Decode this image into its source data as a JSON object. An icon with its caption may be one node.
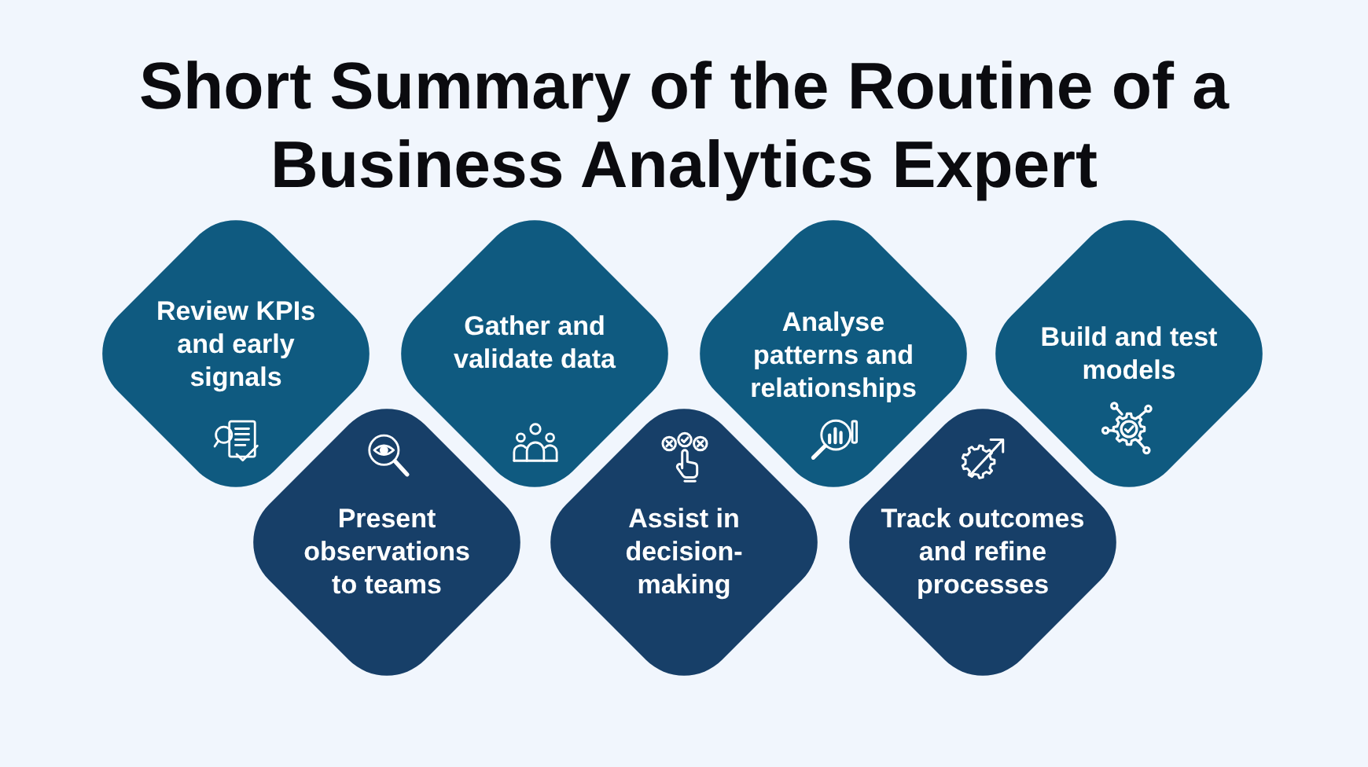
{
  "diagram": {
    "title": "Short Summary of the Routine of a Business Analytics Expert",
    "nodes": [
      {
        "text": [
          "Review KPIs and early signals"
        ]
      },
      {
        "text": [
          "Gather and validate data"
        ]
      },
      {
        "text": [
          "Analyse patterns and relationships"
        ]
      },
      {
        "text": [
          "Build and test models"
        ]
      },
      {
        "text": [
          "Present observations to teams"
        ]
      },
      {
        "text": [
          "Assist in decision-making"
        ]
      },
      {
        "text": [
          "Track outcomes and refine processes"
        ]
      }
    ]
  }
}
